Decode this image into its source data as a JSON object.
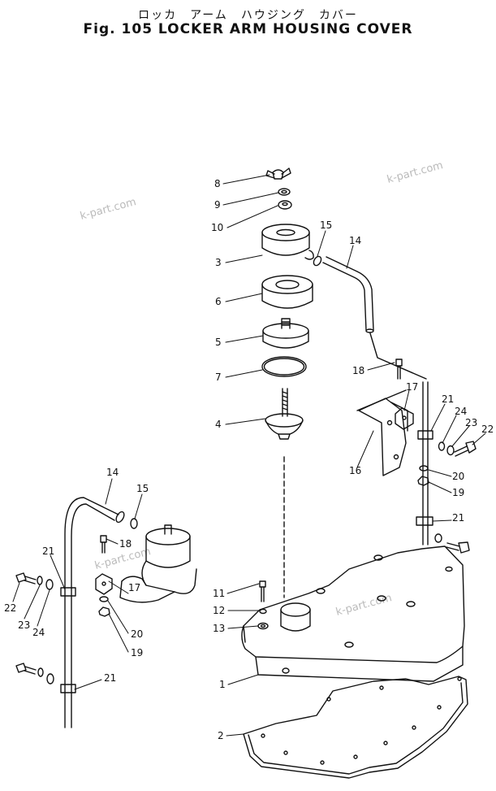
{
  "header": {
    "title_jp": "ロッカ　アーム　ハウジング　カバー",
    "title_en": "Fig. 105  LOCKER ARM HOUSING COVER"
  },
  "watermark": "k-part.com",
  "callouts": [
    {
      "id": "c8",
      "text": "8"
    },
    {
      "id": "c9",
      "text": "9"
    },
    {
      "id": "c10",
      "text": "10"
    },
    {
      "id": "c3",
      "text": "3"
    },
    {
      "id": "c6",
      "text": "6"
    },
    {
      "id": "c5",
      "text": "5"
    },
    {
      "id": "c7",
      "text": "7"
    },
    {
      "id": "c4",
      "text": "4"
    },
    {
      "id": "c15a",
      "text": "15"
    },
    {
      "id": "c14a",
      "text": "14"
    },
    {
      "id": "c18a",
      "text": "18"
    },
    {
      "id": "c17a",
      "text": "17"
    },
    {
      "id": "c21a",
      "text": "21"
    },
    {
      "id": "c24a",
      "text": "24"
    },
    {
      "id": "c23a",
      "text": "23"
    },
    {
      "id": "c22a",
      "text": "22"
    },
    {
      "id": "c16",
      "text": "16"
    },
    {
      "id": "c20a",
      "text": "20"
    },
    {
      "id": "c19a",
      "text": "19"
    },
    {
      "id": "c21b",
      "text": "21"
    },
    {
      "id": "c14b",
      "text": "14"
    },
    {
      "id": "c15b",
      "text": "15"
    },
    {
      "id": "c18b",
      "text": "18"
    },
    {
      "id": "c21c",
      "text": "21"
    },
    {
      "id": "c22b",
      "text": "22"
    },
    {
      "id": "c23b",
      "text": "23"
    },
    {
      "id": "c24b",
      "text": "24"
    },
    {
      "id": "c17b",
      "text": "17"
    },
    {
      "id": "c20b",
      "text": "20"
    },
    {
      "id": "c19b",
      "text": "19"
    },
    {
      "id": "c11",
      "text": "11"
    },
    {
      "id": "c12",
      "text": "12"
    },
    {
      "id": "c13",
      "text": "13"
    },
    {
      "id": "c1",
      "text": "1"
    },
    {
      "id": "c21d",
      "text": "21"
    },
    {
      "id": "c2",
      "text": "2"
    }
  ]
}
